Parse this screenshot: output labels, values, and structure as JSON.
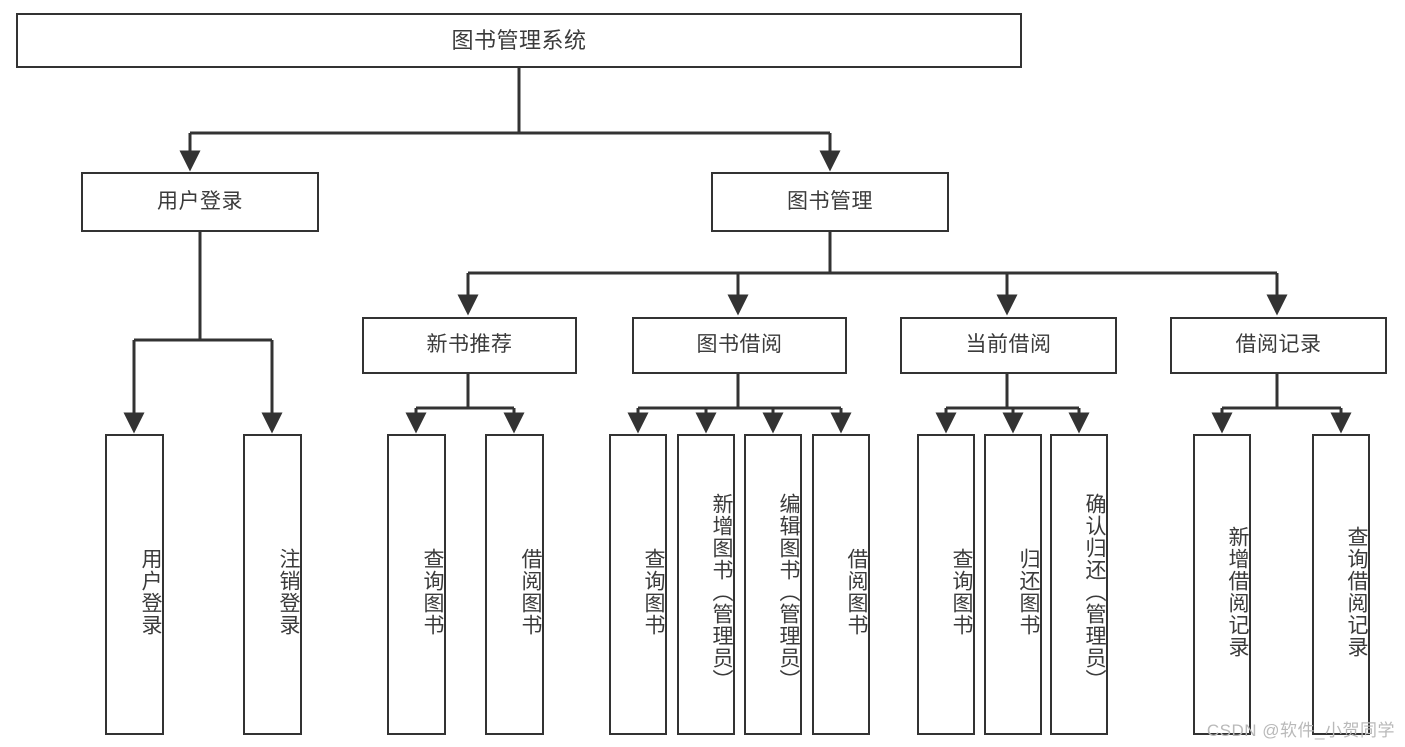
{
  "diagram": {
    "title": "图书管理系统",
    "type": "tree",
    "orientation": "top-down",
    "colors": {
      "box_border": "#333333",
      "box_fill": "#ffffff",
      "connector": "#333333",
      "text": "#3b3b3b",
      "watermark": "#b9b9b9",
      "background": "#ffffff"
    },
    "root": {
      "label": "图书管理系统"
    },
    "level2": [
      {
        "label": "用户登录"
      },
      {
        "label": "图书管理"
      }
    ],
    "level3": [
      {
        "label": "新书推荐"
      },
      {
        "label": "图书借阅"
      },
      {
        "label": "当前借阅"
      },
      {
        "label": "借阅记录"
      }
    ],
    "leaves": {
      "user_login": [
        {
          "label": "用户登录"
        },
        {
          "label": "注销登录"
        }
      ],
      "new_book_recommend": [
        {
          "label": "查询图书"
        },
        {
          "label": "借阅图书"
        }
      ],
      "book_borrow": [
        {
          "label": "查询图书"
        },
        {
          "label": "新增图书（管理员）"
        },
        {
          "label": "编辑图书（管理员）"
        },
        {
          "label": "借阅图书"
        }
      ],
      "current_borrow": [
        {
          "label": "查询图书"
        },
        {
          "label": "归还图书"
        },
        {
          "label": "确认归还（管理员）"
        }
      ],
      "borrow_record": [
        {
          "label": "新增借阅记录"
        },
        {
          "label": "查询借阅记录"
        }
      ]
    }
  },
  "watermark": {
    "text": "CSDN @软件_小贺同学"
  }
}
